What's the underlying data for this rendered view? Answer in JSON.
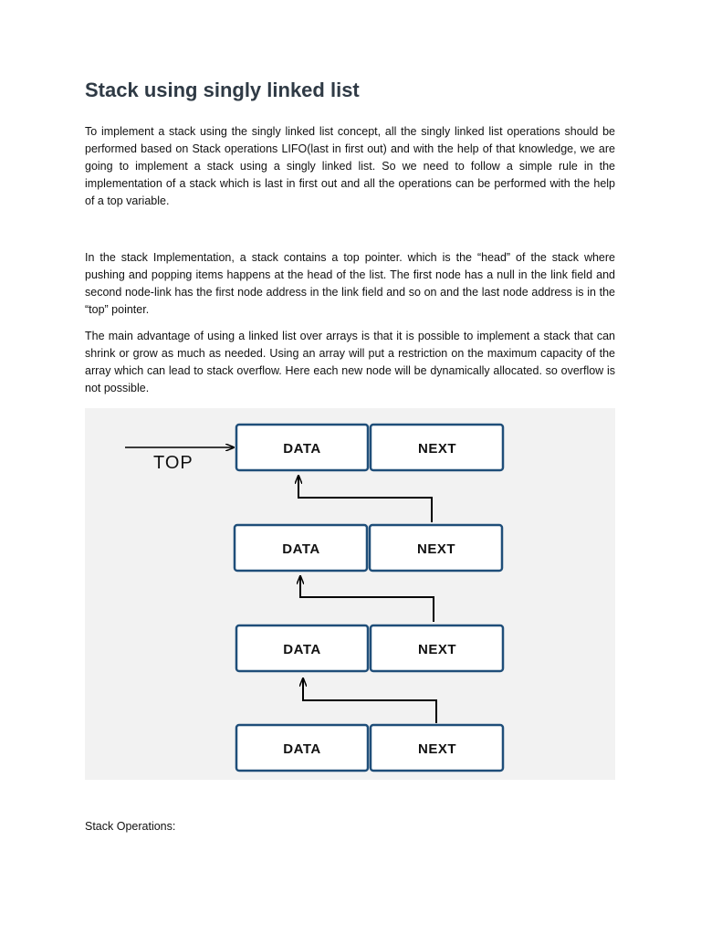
{
  "document": {
    "title": "Stack using singly linked list",
    "paragraphs": [
      "To implement a stack using the singly linked list concept, all the singly linked list operations should be performed based on Stack operations LIFO(last in first out) and with the help of that knowledge, we are going to implement a stack using a singly linked list. So we need to follow a simple rule in the implementation of a stack which is last in first out and all the operations can be performed with the help of a top variable.",
      "In the stack Implementation, a stack contains a top pointer. which is the “head” of the stack where pushing and popping items happens at the head of the list. The first node has a null in the link field and second node-link has the first node address in the link field and so on and the last node address is in the “top” pointer.",
      "The main advantage of using a linked list over arrays is that it is possible to implement a stack that can shrink or grow as much as needed. Using an array will put a restriction on the maximum capacity of the array which can lead to stack overflow. Here each new node will be dynamically allocated. so overflow is not possible."
    ],
    "section_heading": "Stack Operations:"
  },
  "diagram": {
    "pointer_label": "TOP",
    "nodes": [
      {
        "data": "DATA",
        "next": "NEXT"
      },
      {
        "data": "DATA",
        "next": "NEXT"
      },
      {
        "data": "DATA",
        "next": "NEXT"
      },
      {
        "data": "DATA",
        "next": "NEXT"
      }
    ],
    "colors": {
      "box_stroke": "#1f4e79",
      "box_fill": "#ffffff",
      "background": "#f2f2f2",
      "arrow": "#000000"
    }
  }
}
